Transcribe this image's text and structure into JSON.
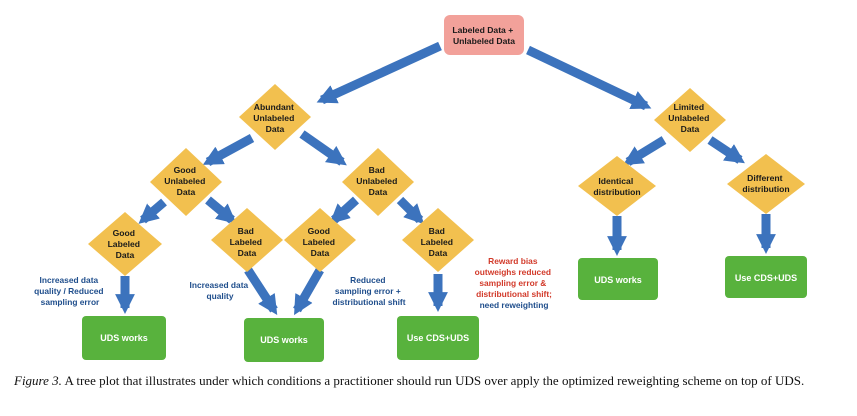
{
  "nodes": {
    "root": {
      "lines": [
        "Labeled Data +",
        "Unlabeled Data"
      ]
    },
    "abundant": {
      "lines": [
        "Abundant",
        "Unlabeled",
        "Data"
      ]
    },
    "limited": {
      "lines": [
        "Limited",
        "Unlabeled",
        "Data"
      ]
    },
    "good_unlabeled": {
      "lines": [
        "Good",
        "Unlabeled",
        "Data"
      ]
    },
    "bad_unlabeled": {
      "lines": [
        "Bad",
        "Unlabeled",
        "Data"
      ]
    },
    "identical": {
      "lines": [
        "Identical",
        "distribution"
      ]
    },
    "different": {
      "lines": [
        "Different",
        "distribution"
      ]
    },
    "good_labeled_1": {
      "lines": [
        "Good",
        "Labeled",
        "Data"
      ]
    },
    "bad_labeled_1": {
      "lines": [
        "Bad",
        "Labeled",
        "Data"
      ]
    },
    "good_labeled_2": {
      "lines": [
        "Good",
        "Labeled",
        "Data"
      ]
    },
    "bad_labeled_2": {
      "lines": [
        "Bad",
        "Labeled",
        "Data"
      ]
    }
  },
  "leaves": {
    "uds_works_1": "UDS works",
    "uds_works_2": "UDS works",
    "use_cds_uds_1": "Use CDS+UDS",
    "uds_works_3": "UDS works",
    "use_cds_uds_2": "Use CDS+UDS"
  },
  "annotations": {
    "increased_quality": [
      "Increased data",
      "quality / Reduced",
      "sampling error"
    ],
    "increased_quality_2": [
      "Increased data",
      "quality"
    ],
    "reduced_error": [
      "Reduced",
      "sampling error +",
      "distributional shift"
    ],
    "reward_bias_red": [
      "Reward bias",
      "outweighs reduced",
      "sampling error &",
      "distributional shift;"
    ],
    "reward_bias_blue": "need reweighting"
  },
  "caption": {
    "label": "Figure 3.",
    "text": " A tree plot that illustrates under which conditions a practitioner should run UDS over apply the optimized reweighting scheme on top of UDS."
  },
  "colors": {
    "root_fill": "#f2a19a",
    "decision_fill": "#f2c04f",
    "leaf_fill": "#58b23d",
    "arrow": "#3c73bd",
    "note_blue": "#1f4e8c",
    "note_red": "#d23a2a"
  }
}
